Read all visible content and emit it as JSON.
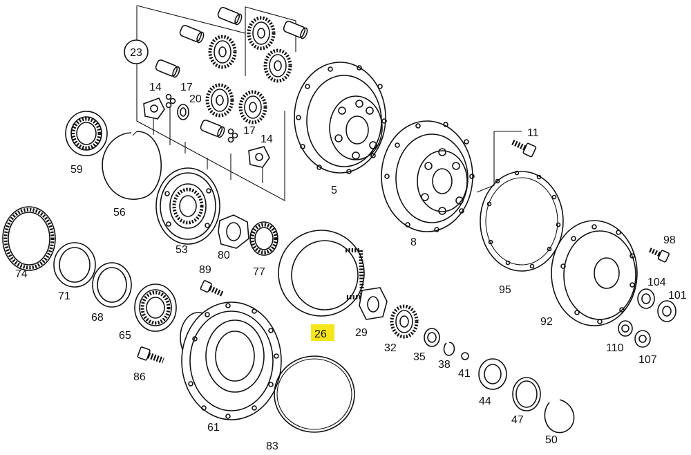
{
  "highlight_color": "#f5e51b",
  "line_color": "#111111",
  "parts": [
    {
      "id": "p23",
      "label": "23",
      "circled": true
    },
    {
      "id": "p14a",
      "label": "14"
    },
    {
      "id": "p17a",
      "label": "17"
    },
    {
      "id": "p20",
      "label": "20"
    },
    {
      "id": "p17b",
      "label": "17"
    },
    {
      "id": "p14b",
      "label": "14"
    },
    {
      "id": "p59",
      "label": "59"
    },
    {
      "id": "p56",
      "label": "56"
    },
    {
      "id": "p5",
      "label": "5"
    },
    {
      "id": "p11",
      "label": "11"
    },
    {
      "id": "p8",
      "label": "8"
    },
    {
      "id": "p53",
      "label": "53"
    },
    {
      "id": "p80",
      "label": "80"
    },
    {
      "id": "p77",
      "label": "77"
    },
    {
      "id": "p74",
      "label": "74"
    },
    {
      "id": "p71",
      "label": "71"
    },
    {
      "id": "p68",
      "label": "68"
    },
    {
      "id": "p65",
      "label": "65"
    },
    {
      "id": "p89",
      "label": "89"
    },
    {
      "id": "p86",
      "label": "86"
    },
    {
      "id": "p61",
      "label": "61"
    },
    {
      "id": "p83",
      "label": "83"
    },
    {
      "id": "p26",
      "label": "26",
      "highlighted": true
    },
    {
      "id": "p29",
      "label": "29"
    },
    {
      "id": "p32",
      "label": "32"
    },
    {
      "id": "p35",
      "label": "35"
    },
    {
      "id": "p38",
      "label": "38"
    },
    {
      "id": "p41",
      "label": "41"
    },
    {
      "id": "p44",
      "label": "44"
    },
    {
      "id": "p47",
      "label": "47"
    },
    {
      "id": "p50",
      "label": "50"
    },
    {
      "id": "p95",
      "label": "95"
    },
    {
      "id": "p92",
      "label": "92"
    },
    {
      "id": "p98",
      "label": "98"
    },
    {
      "id": "p104",
      "label": "104"
    },
    {
      "id": "p101",
      "label": "101"
    },
    {
      "id": "p110",
      "label": "110"
    },
    {
      "id": "p107",
      "label": "107"
    }
  ]
}
